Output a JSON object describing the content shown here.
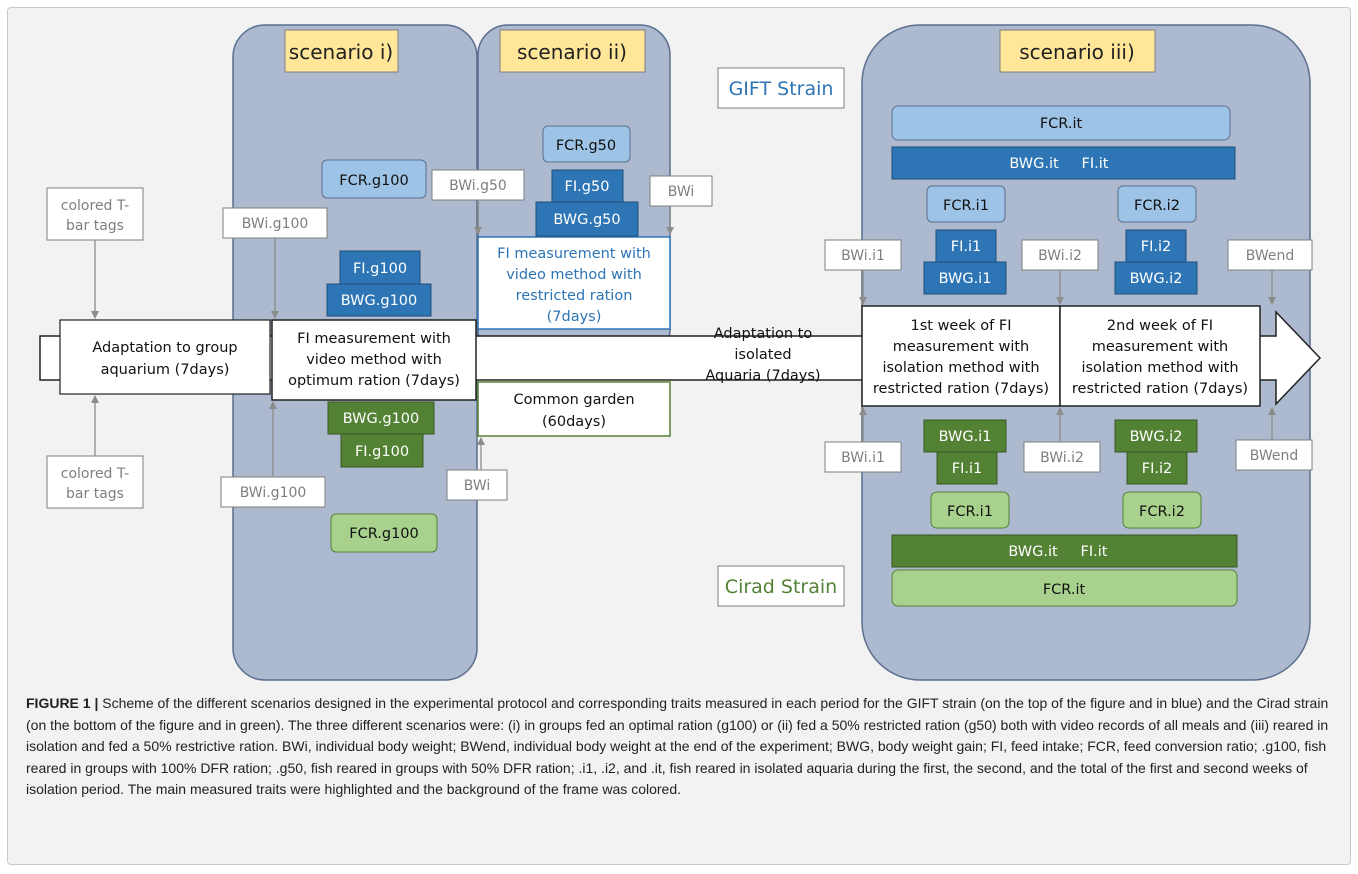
{
  "colors": {
    "panel_fill": "#acb9ce",
    "panel_stroke": "#5b6e8f",
    "scenario_fill": "#ffe699",
    "light_blue": "#9dc3e6",
    "dark_blue": "#2e75b6",
    "dark_green": "#548235",
    "light_green": "#a9d18e",
    "blue_text": "#2e75b6",
    "green_text": "#548235",
    "grey_text": "#7f7f7f",
    "arrow": "#8c8c8c"
  },
  "scenarios": {
    "i": "scenario i)",
    "ii": "scenario ii)",
    "iii": "scenario iii)"
  },
  "strains": {
    "gift": "GIFT Strain",
    "cirad": "Cirad Strain"
  },
  "tags": {
    "top": [
      "colored T-",
      "bar tags"
    ],
    "bottom": [
      "colored T-",
      "bar tags"
    ]
  },
  "timeline": {
    "adapt_group": [
      "Adaptation to group",
      "aquarium (7days)"
    ],
    "fi_optimum": [
      "FI measurement with",
      "video method with",
      "optimum ration (7days)"
    ],
    "fi_restricted": [
      "FI measurement with",
      "video method with",
      "restricted ration",
      "(7days)"
    ],
    "common_garden": [
      "Common garden",
      "(60days)"
    ],
    "adapt_isolated": [
      "Adaptation to",
      "isolated",
      "Aquaria (7days)"
    ],
    "week1": [
      "1st week of FI",
      "measurement with",
      "isolation method with",
      "restricted ration (7days)"
    ],
    "week2": [
      "2nd week of FI",
      "measurement with",
      "isolation method with",
      "restricted ration (7days)"
    ]
  },
  "traits": {
    "fcr_g100_top": "FCR.g100",
    "fi_g100_top": "FI.g100",
    "bwg_g100_top": "BWG.g100",
    "bwg_g100_bot": "BWG.g100",
    "fi_g100_bot": "FI.g100",
    "fcr_g100_bot": "FCR.g100",
    "fcr_g50": "FCR.g50",
    "fi_g50": "FI.g50",
    "bwg_g50": "BWG.g50",
    "fcr_it_top": "FCR.it",
    "bwg_it_top": "BWG.it",
    "fi_it_top": "FI.it",
    "fcr_i1_top": "FCR.i1",
    "fi_i1_top": "FI.i1",
    "bwg_i1_top": "BWG.i1",
    "fcr_i2_top": "FCR.i2",
    "fi_i2_top": "FI.i2",
    "bwg_i2_top": "BWG.i2",
    "bwg_i1_bot": "BWG.i1",
    "fi_i1_bot": "FI.i1",
    "fcr_i1_bot": "FCR.i1",
    "bwg_i2_bot": "BWG.i2",
    "fi_i2_bot": "FI.i2",
    "fcr_i2_bot": "FCR.i2",
    "bwg_it_bot": "BWG.it",
    "fi_it_bot": "FI.it",
    "fcr_it_bot": "FCR.it"
  },
  "weights": {
    "bwi_g100_top": "BWi.g100",
    "bwi_g100_bot": "BWi.g100",
    "bwi_g50": "BWi.g50",
    "bwi_top": "BWi",
    "bwi_bot": "BWi",
    "bwi_i1_top": "BWi.i1",
    "bwi_i2_top": "BWi.i2",
    "bwend_top": "BWend",
    "bwi_i1_bot": "BWi.i1",
    "bwi_i2_bot": "BWi.i2",
    "bwend_bot": "BWend"
  },
  "caption": {
    "label": "FIGURE 1 |",
    "text": "Scheme of the different scenarios designed in the experimental protocol and corresponding traits measured in each period for the GIFT strain (on the top of the figure and in blue) and the Cirad strain (on the bottom of the figure and in green). The three different scenarios were: (i) in groups fed an optimal ration (g100) or (ii) fed a 50% restricted ration (g50) both with video records of all meals and (iii) reared in isolation and fed a 50% restrictive ration. BWi, individual body weight; BWend, individual body weight at the end of the experiment; BWG, body weight gain; FI, feed intake; FCR, feed conversion ratio; .g100, fish reared in groups with 100% DFR ration; .g50, fish reared in groups with 50% DFR ration; .i1, .i2, and .it, fish reared in isolated aquaria during the first, the second, and the total of the first and second weeks of isolation period. The main measured traits were highlighted and the background of the frame was colored."
  }
}
